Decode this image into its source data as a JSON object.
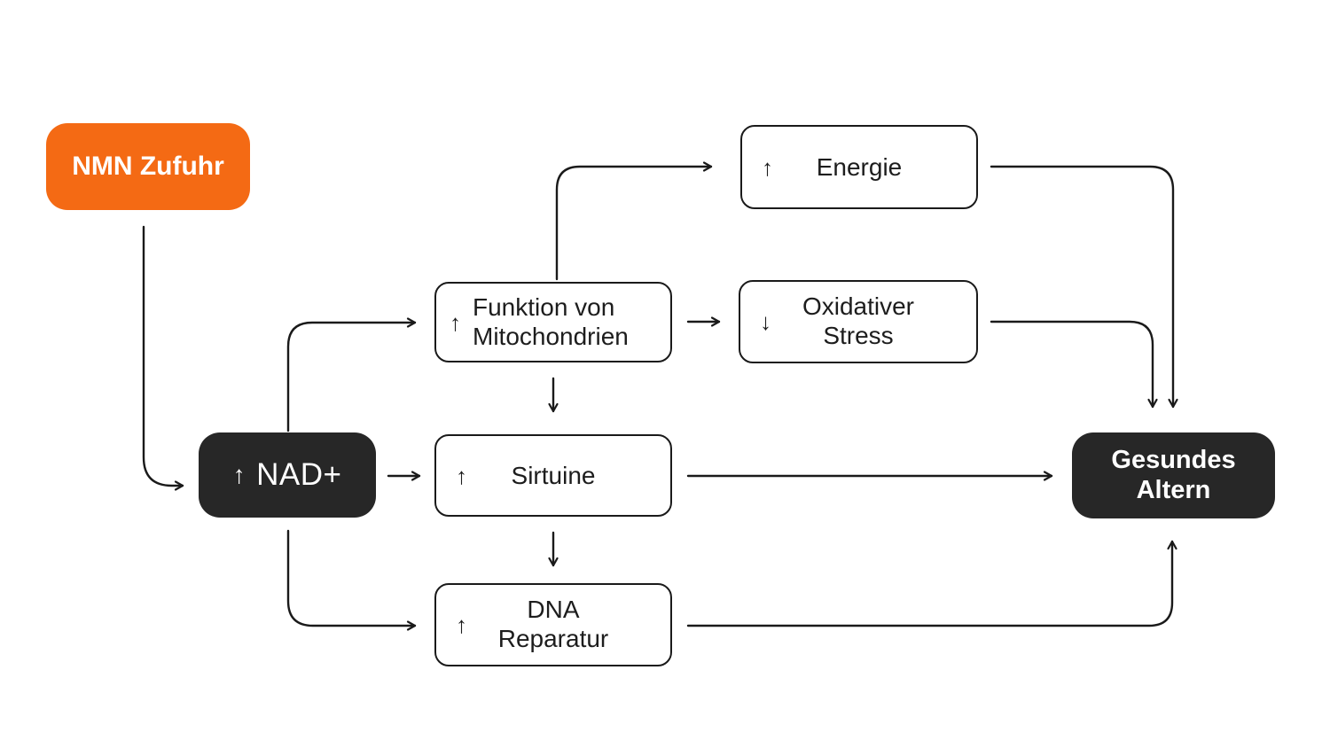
{
  "diagram": {
    "background": "#ffffff",
    "colors": {
      "accent_orange": "#F46A14",
      "node_dark": "#272727",
      "outline_border": "#1a1a1a",
      "arrow_line": "#1a1a1a",
      "text_dark": "#1d1d1d",
      "text_light": "#ffffff"
    },
    "nodes": {
      "nmn": {
        "label": "NMN Zufuhr"
      },
      "nad": {
        "arrow": "↑",
        "label": "NAD+"
      },
      "energie": {
        "arrow": "↑",
        "label": "Energie"
      },
      "mito": {
        "arrow": "↑",
        "line1": "Funktion von",
        "line2": "Mitochondrien"
      },
      "oxi": {
        "arrow": "↓",
        "line1": "Oxidativer",
        "line2": "Stress"
      },
      "sirtuine": {
        "arrow": "↑",
        "label": "Sirtuine"
      },
      "dna": {
        "arrow": "↑",
        "line1": "DNA",
        "line2": "Reparatur"
      },
      "altern": {
        "line1": "Gesundes",
        "line2": "Altern"
      }
    },
    "edges": [
      {
        "from": "NMN Zufuhr",
        "to": "NAD+"
      },
      {
        "from": "NAD+",
        "to": "Funktion von Mitochondrien"
      },
      {
        "from": "NAD+",
        "to": "Sirtuine"
      },
      {
        "from": "NAD+",
        "to": "DNA Reparatur"
      },
      {
        "from": "Funktion von Mitochondrien",
        "to": "Energie"
      },
      {
        "from": "Funktion von Mitochondrien",
        "to": "Oxidativer Stress"
      },
      {
        "from": "Funktion von Mitochondrien",
        "to": "Sirtuine"
      },
      {
        "from": "Sirtuine",
        "to": "DNA Reparatur"
      },
      {
        "from": "Sirtuine",
        "to": "Gesundes Altern"
      },
      {
        "from": "Energie",
        "to": "Gesundes Altern"
      },
      {
        "from": "Oxidativer Stress",
        "to": "Gesundes Altern"
      },
      {
        "from": "DNA Reparatur",
        "to": "Gesundes Altern"
      }
    ]
  }
}
